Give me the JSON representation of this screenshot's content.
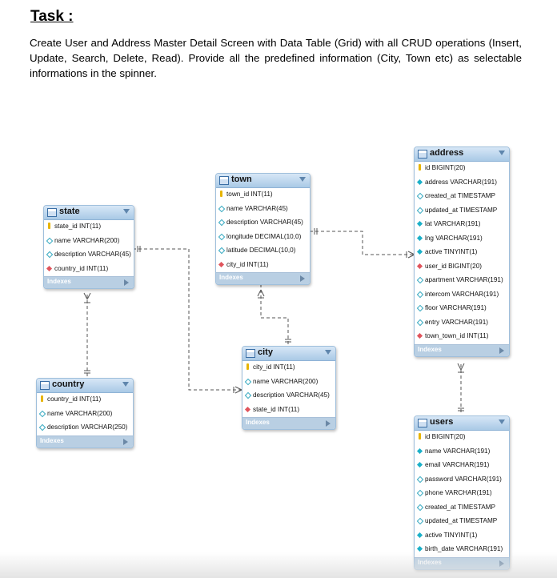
{
  "task": {
    "title": "Task :",
    "description": "Create User and Address Master Detail Screen with Data Table (Grid) with all CRUD operations (Insert, Update, Search, Delete, Read). Provide all the predefined information (City, Town etc) as selectable informations in the spinner."
  },
  "indexes_label": "Indexes",
  "tables": {
    "state": {
      "name": "state",
      "columns": [
        {
          "icon": "primary-key-icon",
          "text": "state_id INT(11)"
        },
        {
          "icon": "nullable-column-icon",
          "text": "name VARCHAR(200)"
        },
        {
          "icon": "nullable-column-icon",
          "text": "description VARCHAR(45)"
        },
        {
          "icon": "foreign-key-icon",
          "text": "country_id INT(11)"
        }
      ]
    },
    "town": {
      "name": "town",
      "columns": [
        {
          "icon": "primary-key-icon",
          "text": "town_id INT(11)"
        },
        {
          "icon": "nullable-column-icon",
          "text": "name VARCHAR(45)"
        },
        {
          "icon": "nullable-column-icon",
          "text": "description VARCHAR(45)"
        },
        {
          "icon": "nullable-column-icon",
          "text": "longitude DECIMAL(10,0)"
        },
        {
          "icon": "nullable-column-icon",
          "text": "latitude DECIMAL(10,0)"
        },
        {
          "icon": "foreign-key-icon",
          "text": "city_id INT(11)"
        }
      ]
    },
    "address": {
      "name": "address",
      "columns": [
        {
          "icon": "primary-key-icon",
          "text": "id BIGINT(20)"
        },
        {
          "icon": "not-null-column-icon",
          "text": "address VARCHAR(191)"
        },
        {
          "icon": "nullable-column-icon",
          "text": "created_at TIMESTAMP"
        },
        {
          "icon": "nullable-column-icon",
          "text": "updated_at TIMESTAMP"
        },
        {
          "icon": "not-null-column-icon",
          "text": "lat VARCHAR(191)"
        },
        {
          "icon": "not-null-column-icon",
          "text": "lng VARCHAR(191)"
        },
        {
          "icon": "not-null-column-icon",
          "text": "active TINYINT(1)"
        },
        {
          "icon": "foreign-key-icon",
          "text": "user_id BIGINT(20)"
        },
        {
          "icon": "nullable-column-icon",
          "text": "apartment VARCHAR(191)"
        },
        {
          "icon": "nullable-column-icon",
          "text": "intercom VARCHAR(191)"
        },
        {
          "icon": "nullable-column-icon",
          "text": "floor VARCHAR(191)"
        },
        {
          "icon": "nullable-column-icon",
          "text": "entry VARCHAR(191)"
        },
        {
          "icon": "foreign-key-icon",
          "text": "town_town_id INT(11)"
        }
      ]
    },
    "city": {
      "name": "city",
      "columns": [
        {
          "icon": "primary-key-icon",
          "text": "city_id INT(11)"
        },
        {
          "icon": "nullable-column-icon",
          "text": "name VARCHAR(200)"
        },
        {
          "icon": "nullable-column-icon",
          "text": "description VARCHAR(45)"
        },
        {
          "icon": "foreign-key-icon",
          "text": "state_id INT(11)"
        }
      ]
    },
    "country": {
      "name": "country",
      "columns": [
        {
          "icon": "primary-key-icon",
          "text": "country_id INT(11)"
        },
        {
          "icon": "nullable-column-icon",
          "text": "name VARCHAR(200)"
        },
        {
          "icon": "nullable-column-icon",
          "text": "description VARCHAR(250)"
        }
      ]
    },
    "users": {
      "name": "users",
      "columns": [
        {
          "icon": "primary-key-icon",
          "text": "id BIGINT(20)"
        },
        {
          "icon": "not-null-column-icon",
          "text": "name VARCHAR(191)"
        },
        {
          "icon": "not-null-column-icon",
          "text": "email VARCHAR(191)"
        },
        {
          "icon": "nullable-column-icon",
          "text": "password VARCHAR(191)"
        },
        {
          "icon": "nullable-column-icon",
          "text": "phone VARCHAR(191)"
        },
        {
          "icon": "nullable-column-icon",
          "text": "created_at TIMESTAMP"
        },
        {
          "icon": "nullable-column-icon",
          "text": "updated_at TIMESTAMP"
        },
        {
          "icon": "not-null-column-icon",
          "text": "active TINYINT(1)"
        },
        {
          "icon": "not-null-column-icon",
          "text": "birth_date VARCHAR(191)"
        }
      ]
    }
  },
  "colors": {
    "header": "#a9c9e6",
    "footer": "#b9cfe3",
    "primary_key": "#e7b400",
    "not_null": "#1ab0c8",
    "foreign_key": "#e0545c",
    "connector": "#555555"
  }
}
